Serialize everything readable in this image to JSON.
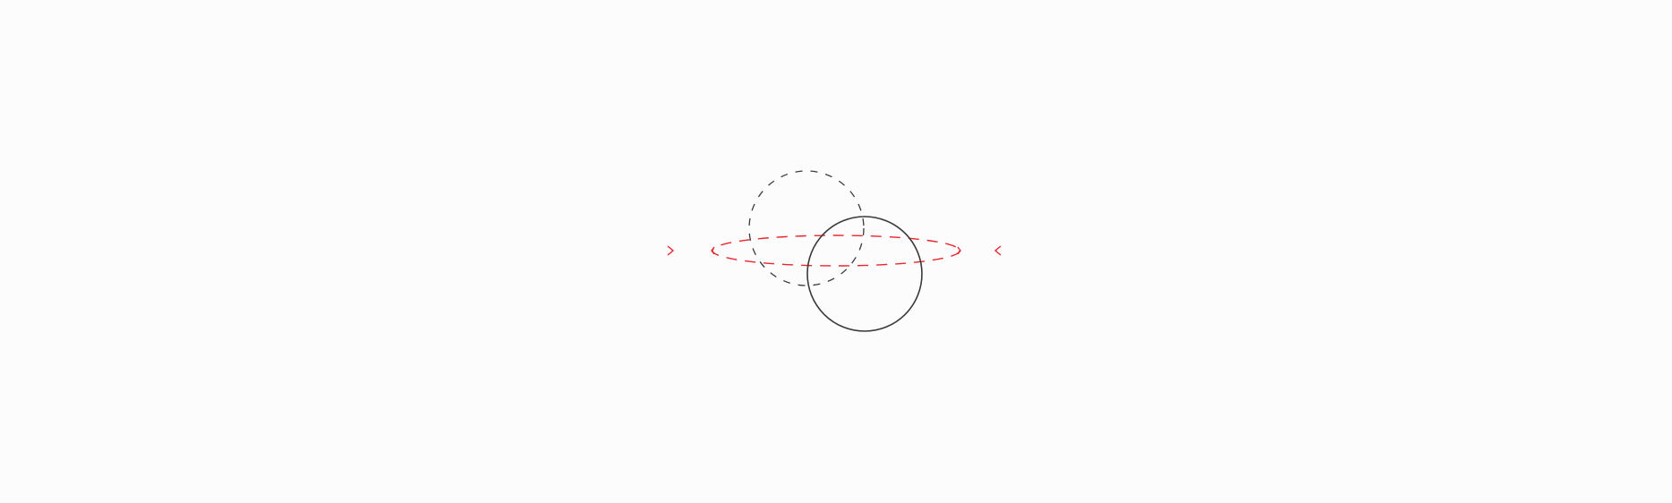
{
  "colors": {
    "background": "#fcfcfc",
    "accent_red": "#e8262d",
    "stroke_dark": "#3a3a3a"
  },
  "diagram": {
    "elements": [
      {
        "kind": "arrow",
        "direction": "right",
        "style": "gradient-fade",
        "color": "accent_red"
      },
      {
        "kind": "ellipse",
        "style": "dashed",
        "color": "accent_red",
        "end_markers": "chevrons"
      },
      {
        "kind": "circle",
        "style": "dashed",
        "color": "stroke_dark"
      },
      {
        "kind": "circle",
        "style": "solid",
        "color": "stroke_dark"
      },
      {
        "kind": "arrow",
        "direction": "left",
        "style": "gradient-fade",
        "color": "accent_red"
      }
    ]
  }
}
